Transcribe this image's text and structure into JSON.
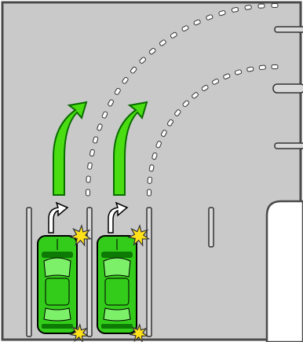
{
  "scene": {
    "description_labels": [],
    "colors": {
      "road": "#c9c9c9",
      "border": "#4a4a4a",
      "curb_fill": "#ffffff",
      "lane_mark_fill": "#d9d9d9",
      "lane_mark_stroke": "#333333",
      "car_body": "#33cc1a",
      "car_dark": "#0d7a05",
      "car_light": "#7df06a",
      "car_outline": "#000000",
      "turn_arrow_green": "#4ade12",
      "turn_arrow_outline": "#0a6b00",
      "reverse_arrow_fill": "#ffffff",
      "impact_star": "#ffe11a",
      "impact_outline": "#333333"
    },
    "icons": [
      "car-icon",
      "turn-arrow-icon",
      "reverse-arrow-icon",
      "impact-star-icon"
    ],
    "cars": [
      {
        "name": "left-car",
        "heading": "north",
        "impact_points": 2
      },
      {
        "name": "right-car",
        "heading": "north",
        "impact_points": 2
      }
    ]
  }
}
